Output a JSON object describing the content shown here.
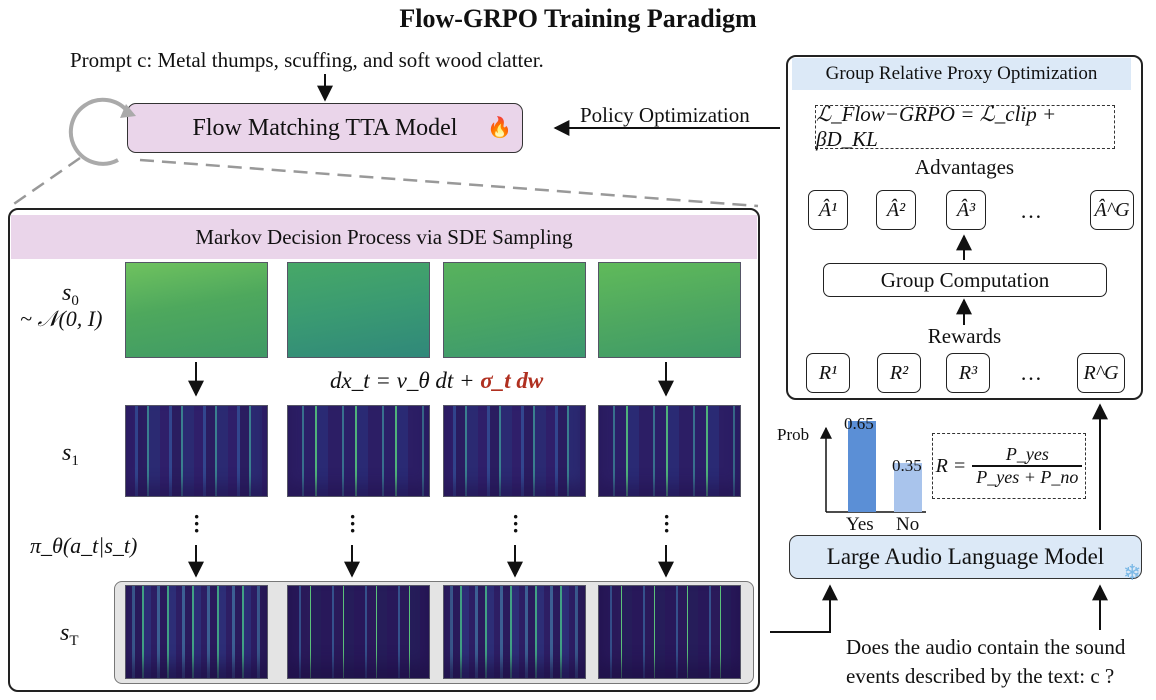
{
  "title": "Flow-GRPO Training Paradigm",
  "prompt_label": "Prompt c: Metal thumps, scuffing, and soft wood clatter.",
  "tta_model": {
    "label": "Flow Matching TTA Model",
    "icon": "fire-icon",
    "glyph": "🔥"
  },
  "policy_optimization": "Policy Optimization",
  "mdp": {
    "header": "Markov Decision Process via SDE Sampling",
    "row_labels": {
      "s0_symbol": "s",
      "s0_sub": "0",
      "s0_dist": "~ 𝒩(0, I)",
      "s1_symbol": "s",
      "s1_sub": "1",
      "policy": "π_θ(a_t|s_t)",
      "sT_symbol": "s",
      "sT_sub": "T"
    },
    "sde_equation": "dx_t = v_θ dt + ",
    "sde_noise_term": "σ_t dw"
  },
  "grpo": {
    "header": "Group Relative Proxy Optimization",
    "loss": "ℒ_Flow−GRPO = ℒ_clip + βD_KL",
    "advantages_label": "Advantages",
    "advantages": [
      "Â¹",
      "Â²",
      "Â³",
      "…",
      "Â^G"
    ],
    "group_computation": "Group Computation",
    "rewards_label": "Rewards",
    "rewards": [
      "R¹",
      "R²",
      "R³",
      "…",
      "R^G"
    ]
  },
  "prob_chart": {
    "ylabel": "Prob",
    "categories": [
      "Yes",
      "No"
    ],
    "values": [
      0.65,
      0.35
    ],
    "value_labels": [
      "0.65",
      "0.35"
    ],
    "colors": [
      "#5b8fd6",
      "#a9c4ec"
    ]
  },
  "reward_formula": {
    "lhs": "R =",
    "numerator": "P_yes",
    "denominator": "P_yes + P_no"
  },
  "lalm": {
    "label": "Large Audio Language Model",
    "icon": "snowflake-icon",
    "glyph": "❄"
  },
  "question": {
    "line1": "Does the audio contain the sound",
    "line2": "events described by the text: c ?"
  },
  "colors": {
    "pink_box": "#ead5ea",
    "blue_box": "#dce9f7",
    "noise_red": "#b03020"
  }
}
